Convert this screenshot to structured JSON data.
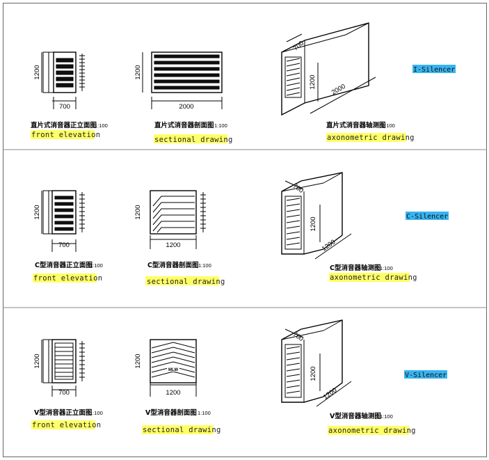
{
  "colors": {
    "label_highlight": "#ffff66",
    "tag_highlight": "#38b4f0",
    "line": "#000000",
    "frame": "#777777"
  },
  "sections": [
    {
      "tag": "I-Silencer",
      "front": {
        "title": "直片式消音器正立面图",
        "scale": "1:100",
        "en": "front elevation",
        "height": "1200",
        "width": "700"
      },
      "section": {
        "title": "直片式消音器剖面图",
        "scale": "1:100",
        "en": "sectional drawing",
        "height": "1200",
        "width": "2000"
      },
      "axo": {
        "title": "直片式消音器轴测图",
        "scale": "1:100",
        "en": "axonometric drawing",
        "d1": "700",
        "d2": "1200",
        "d3": "2000"
      }
    },
    {
      "tag": "C-Silencer",
      "front": {
        "title": "C型消音器正立面图",
        "scale": "1:100",
        "en": "front elevation",
        "height": "1200",
        "width": "700"
      },
      "section": {
        "title": "C型消音器剖面图",
        "scale": "1:100",
        "en": "sectional drawing",
        "height": "1200",
        "width": "1200"
      },
      "axo": {
        "title": "C型消音器轴测图",
        "scale": "1:100",
        "en": "axonometric drawing",
        "d1": "700",
        "d2": "1200",
        "d3": "1200"
      }
    },
    {
      "tag": "V-Silencer",
      "front": {
        "title": "V型消音器正立面图",
        "scale": "1:100",
        "en": "front elevation",
        "height": "1200",
        "width": "700"
      },
      "section": {
        "title": "V型消音器剖面图",
        "scale": "1:100",
        "en": "sectional drawing",
        "height": "1200",
        "width": "1200",
        "mark": "MLW"
      },
      "axo": {
        "title": "V型消音器轴测图",
        "scale": "1:100",
        "en": "axonometric drawing",
        "d1": "700",
        "d2": "1200",
        "d3": "1200"
      }
    }
  ]
}
